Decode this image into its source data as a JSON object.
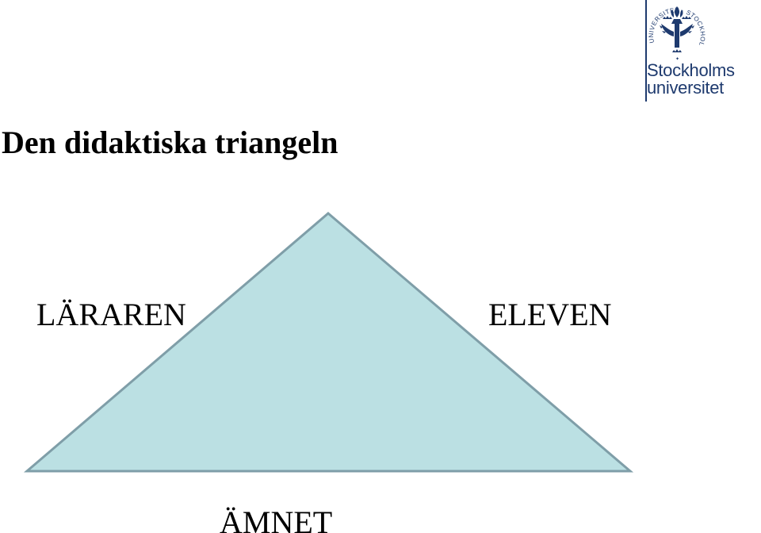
{
  "slide": {
    "title": "Den didaktiska triangeln"
  },
  "diagram": {
    "teacher_label": "LÄRAREN",
    "student_label": "ELEVEN",
    "subject_label": "ÄMNET",
    "triangle_fill": "#bbe0e3",
    "triangle_stroke": "#7f9ea8"
  },
  "logo": {
    "seal_text": "UNIVERSITET STOCKHOLMS",
    "line1": "Stockholms",
    "line2": "universitet",
    "color": "#1e3a6e"
  }
}
